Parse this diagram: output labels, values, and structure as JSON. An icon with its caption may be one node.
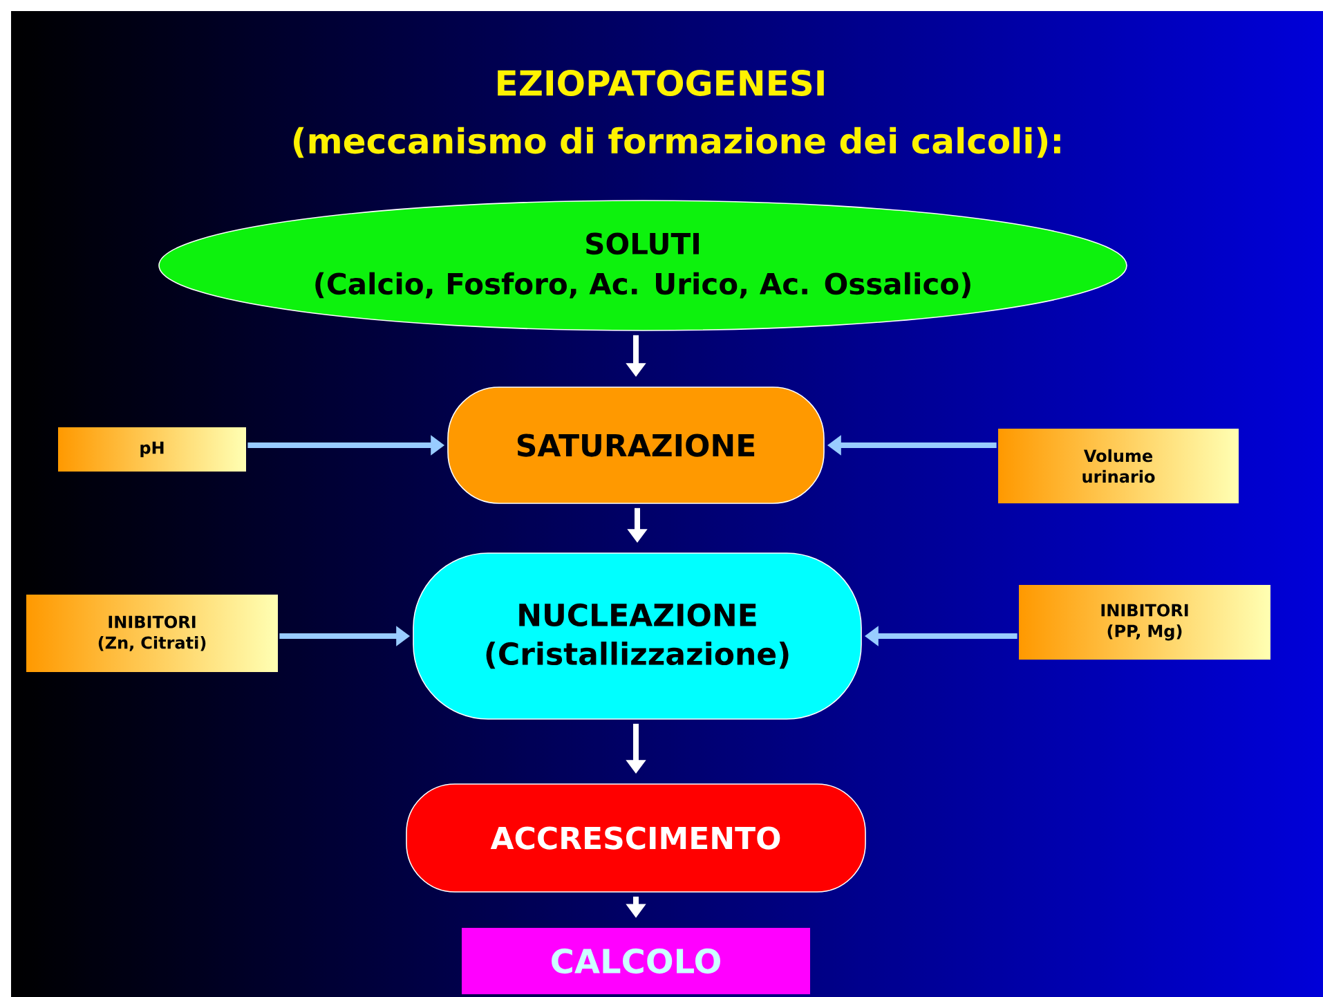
{
  "diagram": {
    "title": "EZIOPATOGENESI",
    "labels": [
      "(meccanismo di formazione dei calcoli):"
    ],
    "nodes": [
      {
        "text": [
          "SOLUTI",
          "(Calcio, Fosforo, Ac. Urico, Ac. Ossalico)"
        ]
      },
      {
        "text": [
          "pH"
        ]
      },
      {
        "text": [
          "SATURAZIONE"
        ]
      },
      {
        "text": [
          "Volume urinario"
        ]
      },
      {
        "text": [
          "INIBITORI (Zn, Citrati)"
        ]
      },
      {
        "text": [
          "NUCLEAZIONE (Cristallizzazione)"
        ]
      },
      {
        "text": [
          "INIBITORI (PP, Mg)"
        ]
      },
      {
        "text": [
          "ACCRESCIMENTO"
        ]
      },
      {
        "text": [
          "CALCOLO"
        ]
      }
    ],
    "edges": [
      {
        "from": 0,
        "to": 2,
        "arrow": "to"
      },
      {
        "from": 1,
        "to": 2,
        "arrow": "to",
        "color": "#99ccff"
      },
      {
        "from": 3,
        "to": 2,
        "arrow": "to",
        "color": "#99ccff"
      },
      {
        "from": 2,
        "to": 5,
        "arrow": "to"
      },
      {
        "from": 4,
        "to": 5,
        "arrow": "to",
        "color": "#99ccff"
      },
      {
        "from": 6,
        "to": 5,
        "arrow": "to",
        "color": "#99ccff"
      },
      {
        "from": 5,
        "to": 7,
        "arrow": "to"
      },
      {
        "from": 7,
        "to": 8,
        "arrow": "to"
      }
    ]
  }
}
